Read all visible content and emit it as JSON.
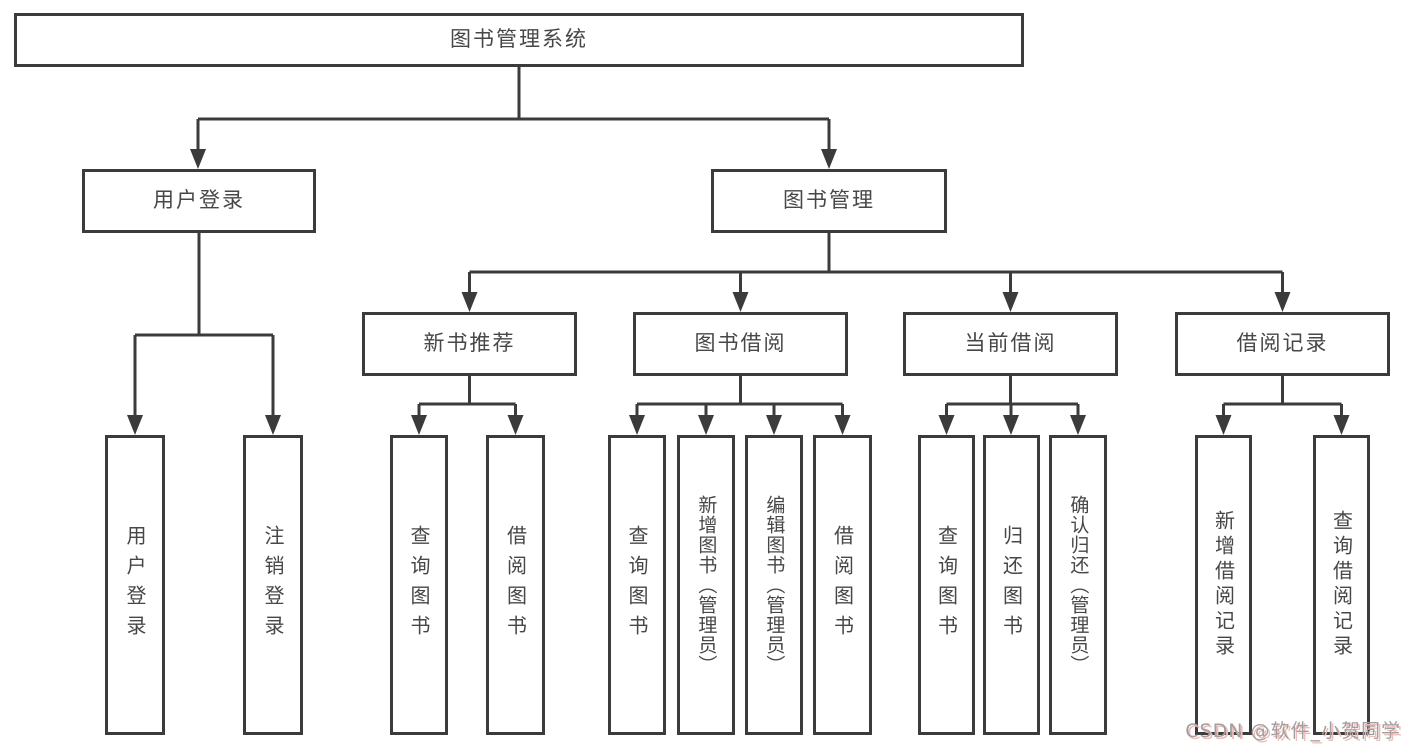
{
  "diagram_type": "hierarchy-tree",
  "tree": {
    "label": "图书管理系统",
    "children": [
      {
        "label": "用户登录",
        "children": [
          {
            "label": "用户登录"
          },
          {
            "label": "注销登录"
          }
        ]
      },
      {
        "label": "图书管理",
        "children": [
          {
            "label": "新书推荐",
            "children": [
              {
                "label": "查询图书"
              },
              {
                "label": "借阅图书"
              }
            ]
          },
          {
            "label": "图书借阅",
            "children": [
              {
                "label": "查询图书"
              },
              {
                "label": "新增图书（管理员）"
              },
              {
                "label": "编辑图书（管理员）"
              },
              {
                "label": "借阅图书"
              }
            ]
          },
          {
            "label": "当前借阅",
            "children": [
              {
                "label": "查询图书"
              },
              {
                "label": "归还图书"
              },
              {
                "label": "确认归还（管理员）"
              }
            ]
          },
          {
            "label": "借阅记录",
            "children": [
              {
                "label": "新增借阅记录"
              },
              {
                "label": "查询借阅记录"
              }
            ]
          }
        ]
      }
    ]
  },
  "watermark": {
    "text": "CSDN @软件_小贺同学"
  },
  "colors": {
    "line": "#3b3b3b",
    "box_border": "#3b3b3b",
    "box_fill": "#ffffff",
    "text": "#474747",
    "watermark": "#a0a0a0",
    "watermark_shadow": "#f0bcb8"
  }
}
